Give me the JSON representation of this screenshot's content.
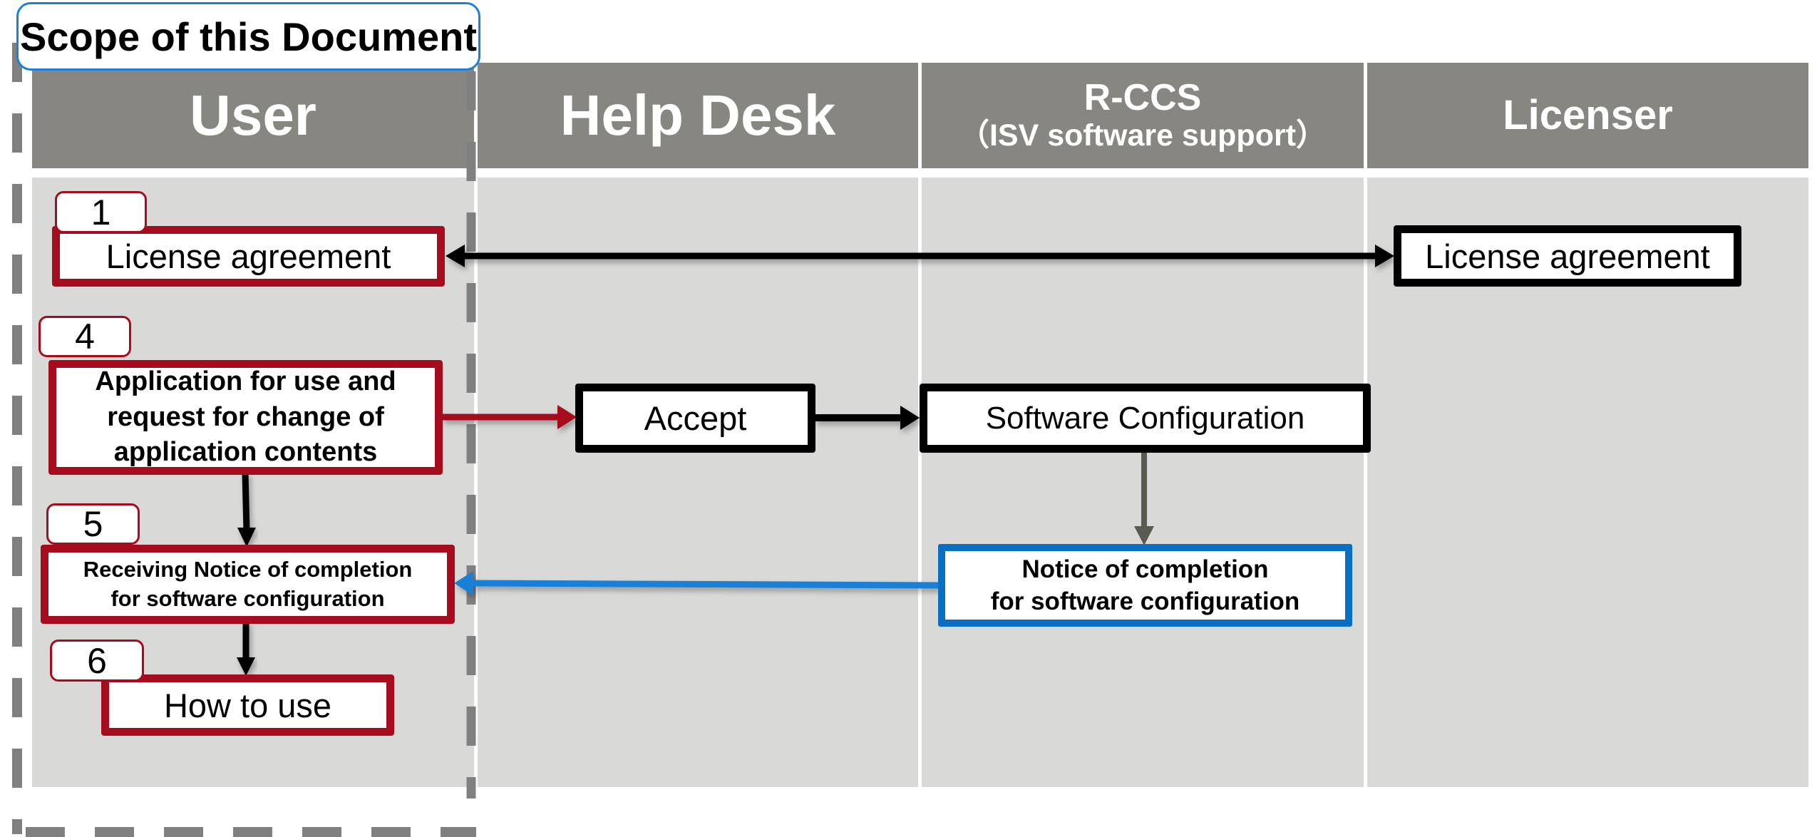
{
  "scope_label": "Scope of this Document",
  "lanes": [
    {
      "title": "User"
    },
    {
      "title": "Help Desk"
    },
    {
      "title": "R-CCS",
      "subtitle": "（ISV software support）"
    },
    {
      "title": "Licenser"
    }
  ],
  "steps": {
    "license_user": {
      "number": "1",
      "label": "License agreement"
    },
    "application": {
      "number": "4",
      "lines": [
        "Application for use and",
        "request for change of",
        "application contents"
      ]
    },
    "receive_notice": {
      "number": "5",
      "lines": [
        "Receiving Notice of completion",
        "for software configuration"
      ]
    },
    "how_to_use": {
      "number": "6",
      "label": "How to use"
    }
  },
  "nodes": {
    "accept": "Accept",
    "software_configuration": "Software Configuration",
    "notice": {
      "lines": [
        "Notice of completion",
        "for software configuration"
      ]
    },
    "license_licenser": "License agreement"
  },
  "colors": {
    "lane_header": "#878680",
    "lane_body": "#d9d9d8",
    "user_step_border": "#a50d1e",
    "notice_border": "#0a6fc2",
    "notice_arrow": "#1a7fd6",
    "scope_border": "#1e7fd4",
    "scope_dash": "#808080"
  }
}
